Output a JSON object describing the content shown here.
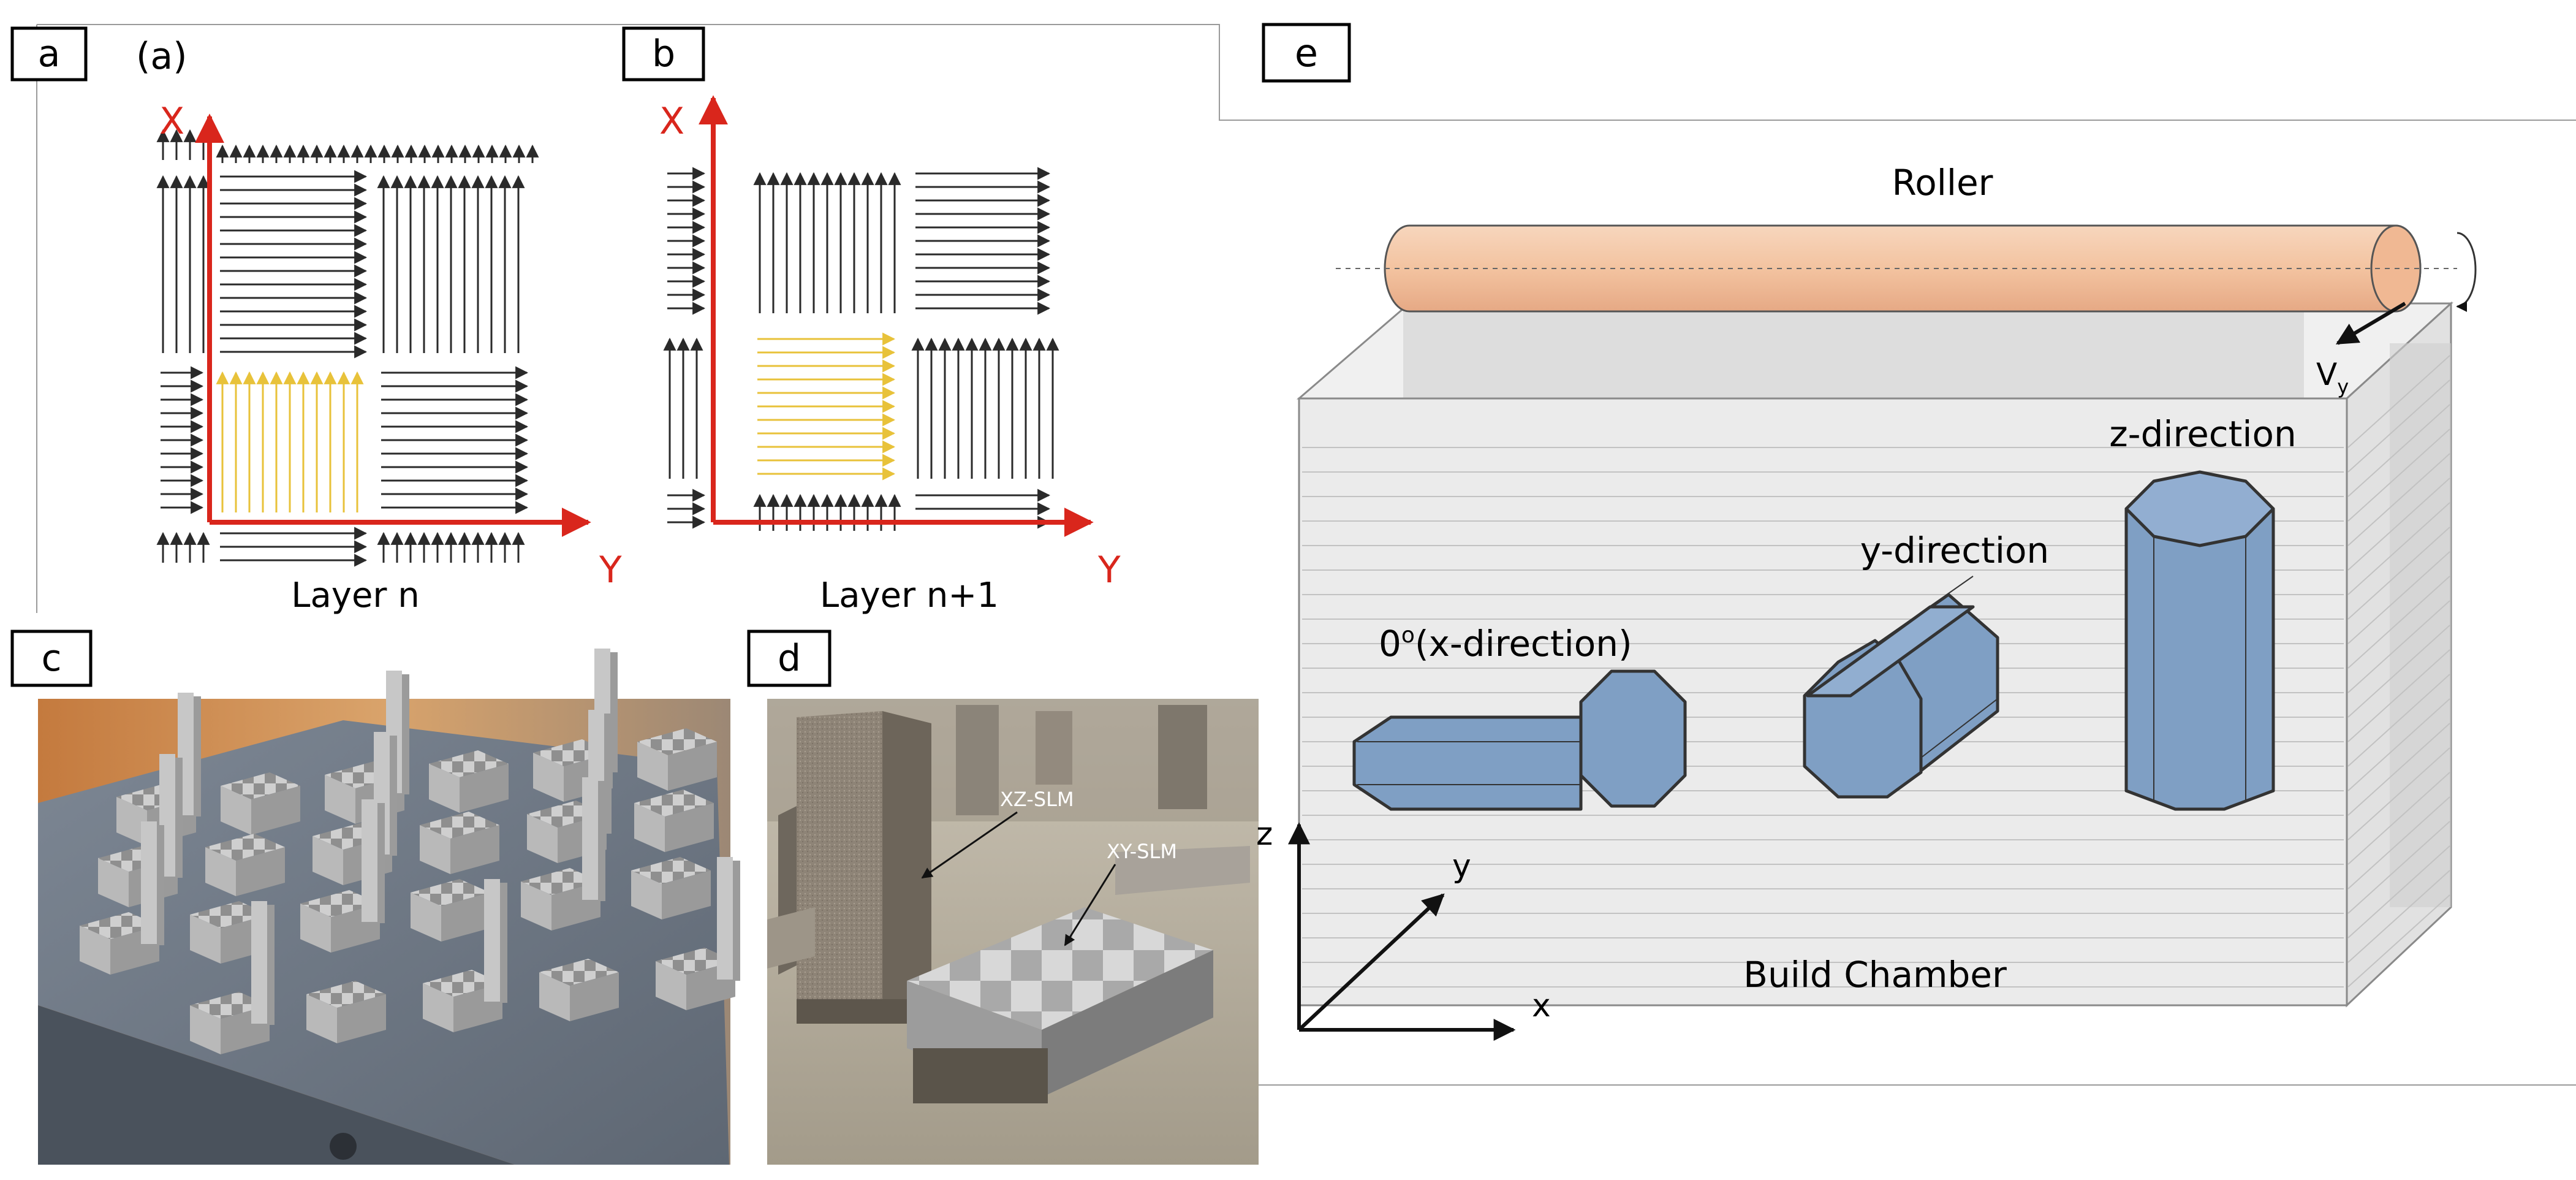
{
  "panels": {
    "a": {
      "letter": "a",
      "sublabel": "(a)",
      "axis_x": "X",
      "axis_y": "Y",
      "caption": "Layer n"
    },
    "b": {
      "letter": "b",
      "axis_x": "X",
      "axis_y": "Y",
      "caption": "Layer n+1"
    },
    "c": {
      "letter": "c"
    },
    "d": {
      "letter": "d",
      "annotation_1": "XZ-SLM",
      "annotation_2": "XY-SLM"
    },
    "e": {
      "letter": "e",
      "roller": "Roller",
      "velocity_main": "V",
      "velocity_sub": "y",
      "z_direction": "z-direction",
      "y_direction": "y-direction",
      "x_direction_deg": "0",
      "x_direction_sup": "o",
      "x_direction_rest": "(x-direction)",
      "chamber": "Build Chamber",
      "axis_z": "z",
      "axis_y": "y",
      "axis_x": "x"
    }
  },
  "colors": {
    "hatch_highlight": "#e8c23a",
    "scan_axis": "#d9261c",
    "hatch_lines": "#2a2a2a",
    "roller": "#f3c3a0",
    "part_fill": "#7f9fc4",
    "chamber_fill": "#e6e6e6"
  }
}
